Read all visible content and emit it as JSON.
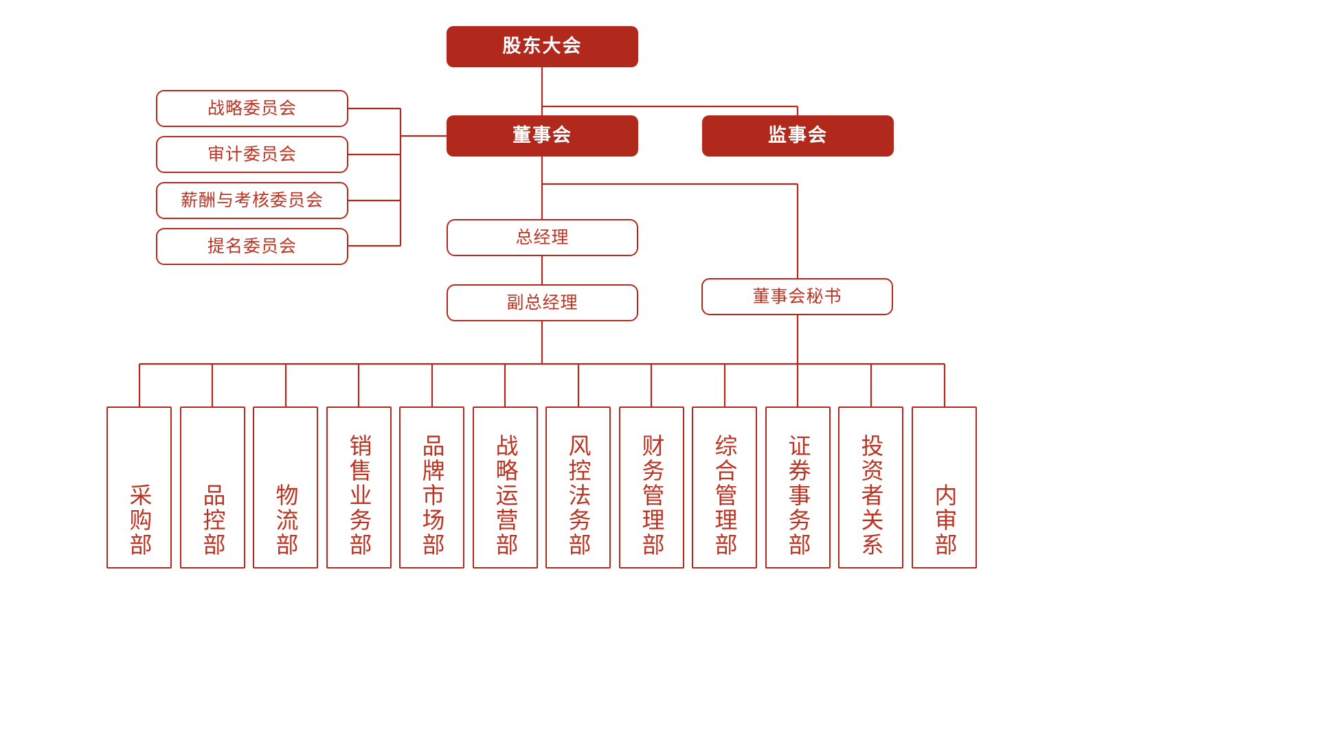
{
  "theme": {
    "accent": "#b1281c",
    "line": "#b5271c",
    "text_on_fill": "#ffffff",
    "text_outline": "#bb3322",
    "background": "#ffffff"
  },
  "org_chart": {
    "type": "organization-hierarchy",
    "title": "",
    "top": {
      "shareholders_meeting": "股东大会"
    },
    "level2": {
      "board_of_directors": "董事会",
      "board_of_supervisors": "监事会"
    },
    "committees": [
      {
        "label": "战略委员会"
      },
      {
        "label": "审计委员会"
      },
      {
        "label": "薪酬与考核委员会"
      },
      {
        "label": "提名委员会"
      }
    ],
    "management": [
      {
        "label": "总经理"
      },
      {
        "label": "副总经理"
      }
    ],
    "secretary": {
      "label": "董事会秘书"
    },
    "departments": [
      {
        "label": "采购部"
      },
      {
        "label": "品控部"
      },
      {
        "label": "物流部"
      },
      {
        "label": "销售业务部"
      },
      {
        "label": "品牌市场部"
      },
      {
        "label": "战略运营部"
      },
      {
        "label": "风控法务部"
      },
      {
        "label": "财务管理部"
      },
      {
        "label": "综合管理部"
      },
      {
        "label": "证券事务部"
      },
      {
        "label": "投资者关系"
      },
      {
        "label": "内审部"
      }
    ]
  }
}
